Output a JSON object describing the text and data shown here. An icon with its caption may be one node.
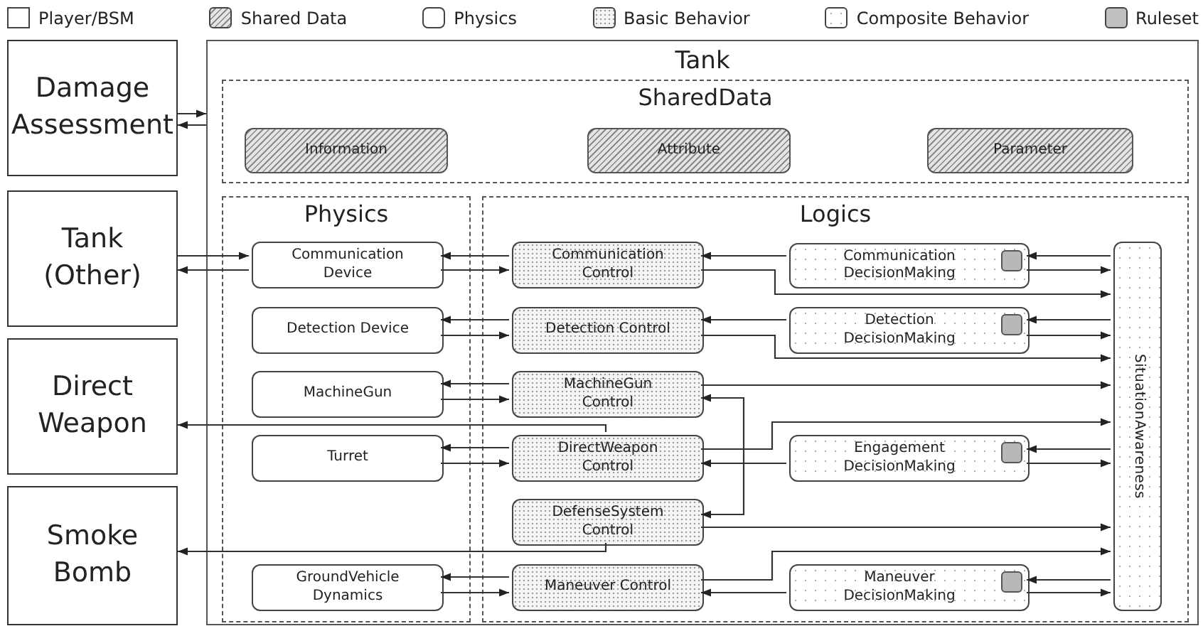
{
  "diagram": {
    "nodes": [
      {
        "text": [
          "Damage Assessment"
        ]
      },
      {
        "text": [
          "Tank (Other)"
        ]
      },
      {
        "text": [
          "Direct Weapon"
        ]
      },
      {
        "text": [
          "Smoke Bomb"
        ]
      },
      {
        "text": [
          "Tank"
        ]
      },
      {
        "text": [
          "SharedData"
        ],
        "in": 4
      },
      {
        "text": [
          "Information"
        ],
        "in": 5
      },
      {
        "text": [
          "Attribute"
        ],
        "in": 5
      },
      {
        "text": [
          "Parameter"
        ],
        "in": 5
      },
      {
        "text": [
          "Physics"
        ],
        "in": 4
      },
      {
        "text": [
          "Communication Device"
        ],
        "in": 9
      },
      {
        "text": [
          "Detection Device"
        ],
        "in": 9
      },
      {
        "text": [
          "MachineGun"
        ],
        "in": 9
      },
      {
        "text": [
          "Turret"
        ],
        "in": 9
      },
      {
        "text": [
          "GroundVehicle Dynamics"
        ],
        "in": 9
      },
      {
        "text": [
          "Logics"
        ],
        "in": 4
      },
      {
        "text": [
          "Communication Control"
        ],
        "in": 15
      },
      {
        "text": [
          "Detection Control"
        ],
        "in": 15
      },
      {
        "text": [
          "MachineGun Control"
        ],
        "in": 15
      },
      {
        "text": [
          "DirectWeapon Control"
        ],
        "in": 15
      },
      {
        "text": [
          "DefenseSystem Control"
        ],
        "in": 15
      },
      {
        "text": [
          "Maneuver Control"
        ],
        "in": 15
      },
      {
        "text": [
          "Communication DecisionMaking"
        ],
        "in": 15
      },
      {
        "text": [
          "Detection DecisionMaking"
        ],
        "in": 15
      },
      {
        "text": [
          "Engagement DecisionMaking"
        ],
        "in": 15
      },
      {
        "text": [
          "Maneuver DecisionMaking"
        ],
        "in": 15
      },
      {
        "text": [
          "SituationAwareness"
        ],
        "in": 15
      }
    ],
    "edges": [
      {
        "from": 0,
        "to": 4,
        "arrow": "to"
      },
      {
        "from": 4,
        "to": 0,
        "arrow": "to"
      },
      {
        "from": 1,
        "to": 10,
        "arrow": "to"
      },
      {
        "from": 10,
        "to": 1,
        "arrow": "to"
      },
      {
        "from": 16,
        "to": 10,
        "arrow": "to"
      },
      {
        "from": 10,
        "to": 16,
        "arrow": "to"
      },
      {
        "from": 17,
        "to": 11,
        "arrow": "to"
      },
      {
        "from": 11,
        "to": 17,
        "arrow": "to"
      },
      {
        "from": 18,
        "to": 12,
        "arrow": "to"
      },
      {
        "from": 12,
        "to": 18,
        "arrow": "to"
      },
      {
        "from": 19,
        "to": 13,
        "arrow": "to"
      },
      {
        "from": 13,
        "to": 19,
        "arrow": "to"
      },
      {
        "from": 21,
        "to": 14,
        "arrow": "to"
      },
      {
        "from": 14,
        "to": 21,
        "arrow": "to"
      },
      {
        "from": 22,
        "to": 16,
        "arrow": "to"
      },
      {
        "from": 16,
        "to": 26,
        "arrow": "to"
      },
      {
        "from": 26,
        "to": 22,
        "arrow": "to"
      },
      {
        "from": 22,
        "to": 26,
        "arrow": "to"
      },
      {
        "from": 23,
        "to": 17,
        "arrow": "to"
      },
      {
        "from": 17,
        "to": 26,
        "arrow": "to"
      },
      {
        "from": 26,
        "to": 23,
        "arrow": "to"
      },
      {
        "from": 23,
        "to": 26,
        "arrow": "to"
      },
      {
        "from": 18,
        "to": 26,
        "arrow": "to"
      },
      {
        "from": 19,
        "to": 18,
        "arrow": "to"
      },
      {
        "from": 19,
        "to": 20,
        "arrow": "to"
      },
      {
        "from": 19,
        "to": 26,
        "arrow": "to"
      },
      {
        "from": 24,
        "to": 19,
        "arrow": "to"
      },
      {
        "from": 26,
        "to": 24,
        "arrow": "to"
      },
      {
        "from": 24,
        "to": 26,
        "arrow": "to"
      },
      {
        "from": 20,
        "to": 26,
        "arrow": "to"
      },
      {
        "from": 19,
        "to": 2,
        "arrow": "to"
      },
      {
        "from": 20,
        "to": 3,
        "arrow": "to"
      },
      {
        "from": 21,
        "to": 26,
        "arrow": "to"
      },
      {
        "from": 25,
        "to": 21,
        "arrow": "to"
      },
      {
        "from": 26,
        "to": 25,
        "arrow": "to"
      },
      {
        "from": 25,
        "to": 26,
        "arrow": "to"
      }
    ],
    "legend": [
      {
        "text": "Player/BSM",
        "color": "#ffffff"
      },
      {
        "text": "Shared Data"
      },
      {
        "text": "Physics",
        "color": "#ffffff"
      },
      {
        "text": "Basic Behavior"
      },
      {
        "text": "Composite Behavior"
      },
      {
        "text": "Ruleset",
        "color": "#c0c0c0"
      }
    ]
  }
}
